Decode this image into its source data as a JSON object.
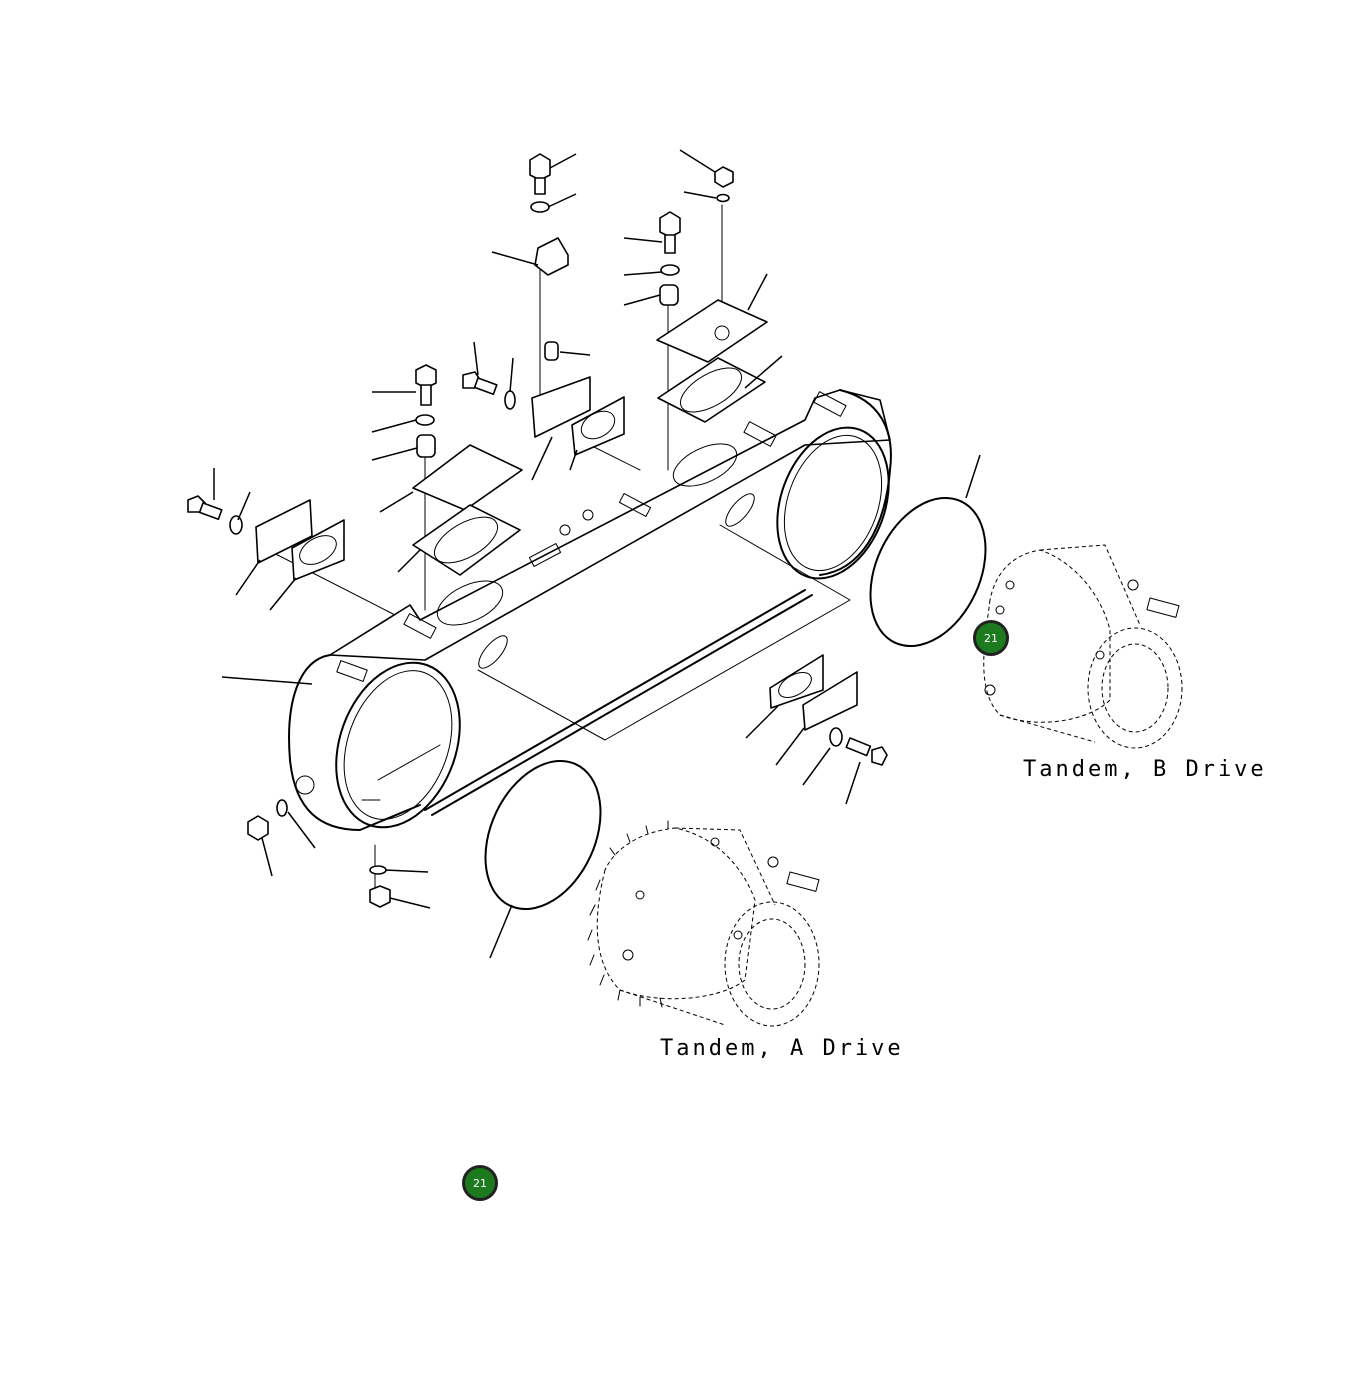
{
  "diagram": {
    "labels": {
      "tandem_b": "Tandem, B Drive",
      "tandem_a": "Tandem, A Drive"
    },
    "callouts": [
      {
        "id": "callout-b",
        "text": "21",
        "color": "#1e7a1e"
      },
      {
        "id": "callout-a",
        "text": "21",
        "color": "#1e7a1e"
      }
    ]
  }
}
